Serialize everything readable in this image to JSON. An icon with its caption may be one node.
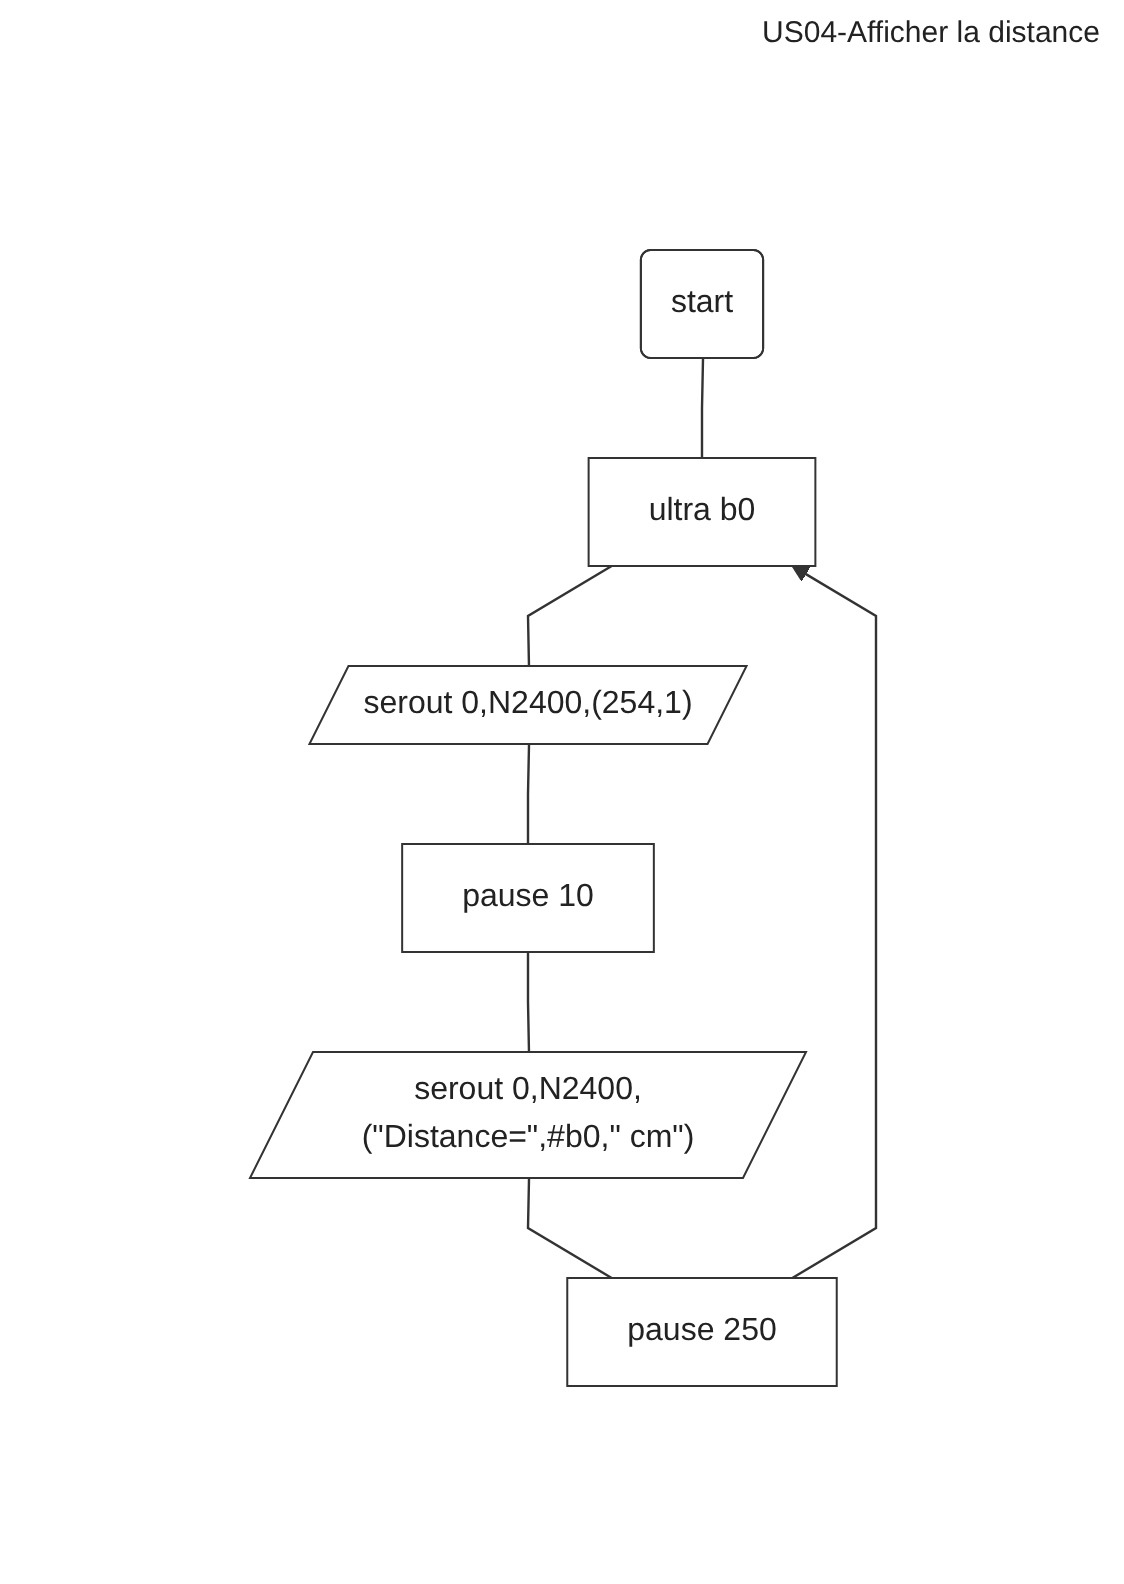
{
  "diagram": {
    "title": "US04-Afficher la distance",
    "nodes": [
      {
        "text": [
          "start"
        ]
      },
      {
        "text": [
          "ultra  b0"
        ]
      },
      {
        "text": [
          "serout 0,N2400,(254,1)"
        ]
      },
      {
        "text": [
          "pause 10"
        ]
      },
      {
        "text": [
          "serout 0,N2400,(\"Distance=\",#b0,\" cm\")"
        ]
      },
      {
        "text": [
          "pause 250"
        ]
      }
    ],
    "edges": [
      {
        "from": 0,
        "to": 1,
        "arrow": "none"
      },
      {
        "from": 1,
        "to": 2,
        "arrow": "none"
      },
      {
        "from": 2,
        "to": 3,
        "arrow": "none"
      },
      {
        "from": 3,
        "to": 4,
        "arrow": "none"
      },
      {
        "from": 4,
        "to": 5,
        "arrow": "none"
      },
      {
        "from": 5,
        "to": 1,
        "arrow": "to"
      }
    ]
  }
}
